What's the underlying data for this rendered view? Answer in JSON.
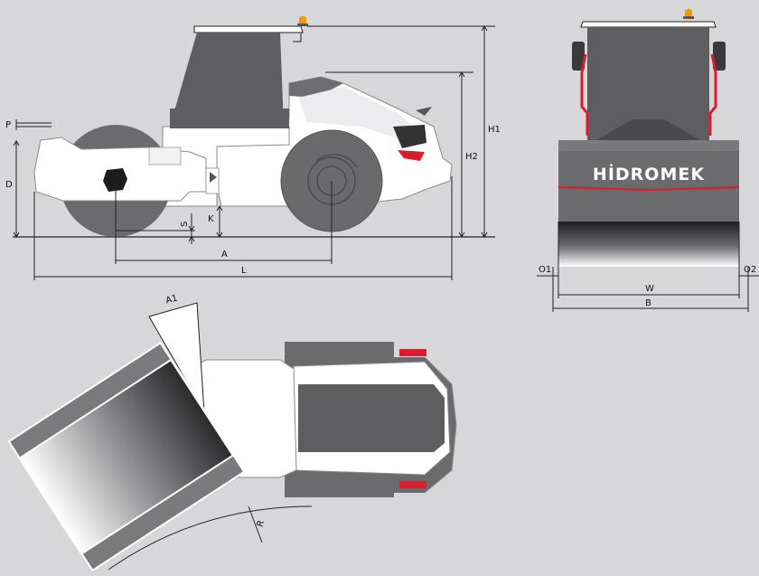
{
  "brand": "HİDROMEK",
  "colors": {
    "background": "#d7d7d9",
    "body": "#ffffff",
    "drum": "#6b6b6d",
    "cab": "#5e5e60",
    "accent_red": "#d81e2c",
    "beacon": "#f29a00",
    "dimension_line": "#222222"
  },
  "side_view": {
    "dimensions": {
      "h1": "H1",
      "h2": "H2",
      "p": "P",
      "d": "D",
      "s": "S",
      "k": "K",
      "a": "A",
      "l": "L"
    }
  },
  "rear_view": {
    "dimensions": {
      "o1": "O1",
      "o2": "O2",
      "w": "W",
      "b": "B"
    }
  },
  "top_view": {
    "dimensions": {
      "a1": "A1",
      "r": "R"
    }
  }
}
